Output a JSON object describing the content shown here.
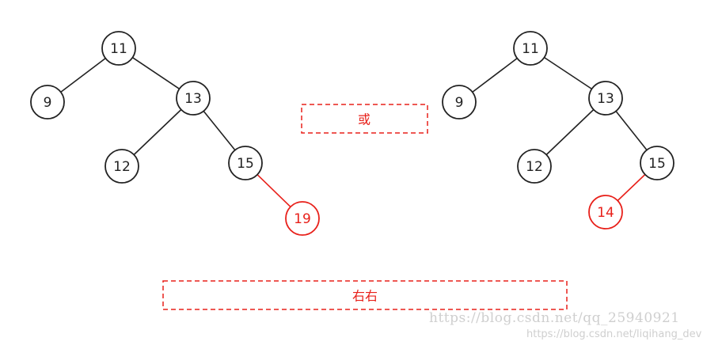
{
  "colors": {
    "normal": "#222222",
    "highlight": "#e8201a",
    "watermark": "#cfcfcf"
  },
  "trees": [
    {
      "name": "left-tree",
      "nodes": [
        {
          "id": "11",
          "label": "11",
          "highlight": false
        },
        {
          "id": "9",
          "label": "9",
          "highlight": false
        },
        {
          "id": "13",
          "label": "13",
          "highlight": false
        },
        {
          "id": "12",
          "label": "12",
          "highlight": false
        },
        {
          "id": "15",
          "label": "15",
          "highlight": false
        },
        {
          "id": "19",
          "label": "19",
          "highlight": true
        }
      ],
      "edges": [
        {
          "from": "11",
          "to": "9",
          "highlight": false
        },
        {
          "from": "11",
          "to": "13",
          "highlight": false
        },
        {
          "from": "13",
          "to": "12",
          "highlight": false
        },
        {
          "from": "13",
          "to": "15",
          "highlight": false
        },
        {
          "from": "15",
          "to": "19",
          "highlight": true
        }
      ]
    },
    {
      "name": "right-tree",
      "nodes": [
        {
          "id": "11",
          "label": "11",
          "highlight": false
        },
        {
          "id": "9",
          "label": "9",
          "highlight": false
        },
        {
          "id": "13",
          "label": "13",
          "highlight": false
        },
        {
          "id": "12",
          "label": "12",
          "highlight": false
        },
        {
          "id": "15",
          "label": "15",
          "highlight": false
        },
        {
          "id": "14",
          "label": "14",
          "highlight": true
        }
      ],
      "edges": [
        {
          "from": "11",
          "to": "9",
          "highlight": false
        },
        {
          "from": "11",
          "to": "13",
          "highlight": false
        },
        {
          "from": "13",
          "to": "12",
          "highlight": false
        },
        {
          "from": "13",
          "to": "15",
          "highlight": false
        },
        {
          "from": "15",
          "to": "14",
          "highlight": true
        }
      ]
    }
  ],
  "labels": {
    "or": "或",
    "case": "右右"
  },
  "watermark": {
    "line1": "https://blog.csdn.net/qq_25940921",
    "line2": "https://blog.csdn.net/liqihang_dev"
  }
}
